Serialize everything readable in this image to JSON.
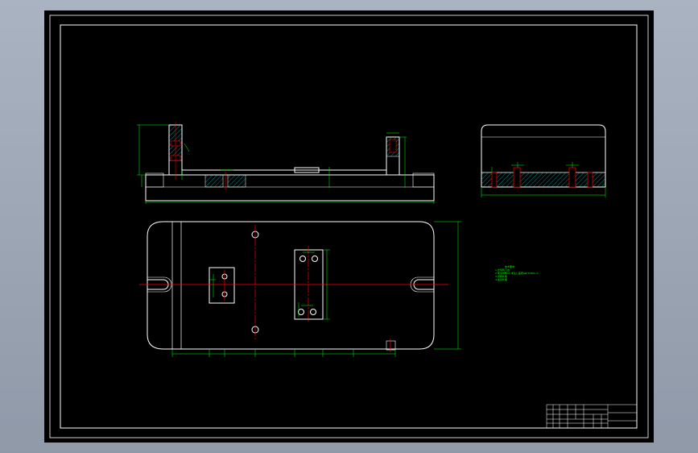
{
  "colors": {
    "background_outer": "#9aa4b2",
    "sheet": "#000000",
    "outline": "#ffffff",
    "dimension": "#00ff00",
    "centerline": "#ff0000",
    "hatch": "#00b0b0"
  },
  "technical_notes": {
    "heading": "技术要求",
    "lines": [
      "1.去毛刺飞边",
      "2.未注倒角C1,未注公差按GB/T1804-m",
      "3.调质处理",
      "4.发蓝处理"
    ]
  },
  "title_block": {
    "label": ""
  }
}
